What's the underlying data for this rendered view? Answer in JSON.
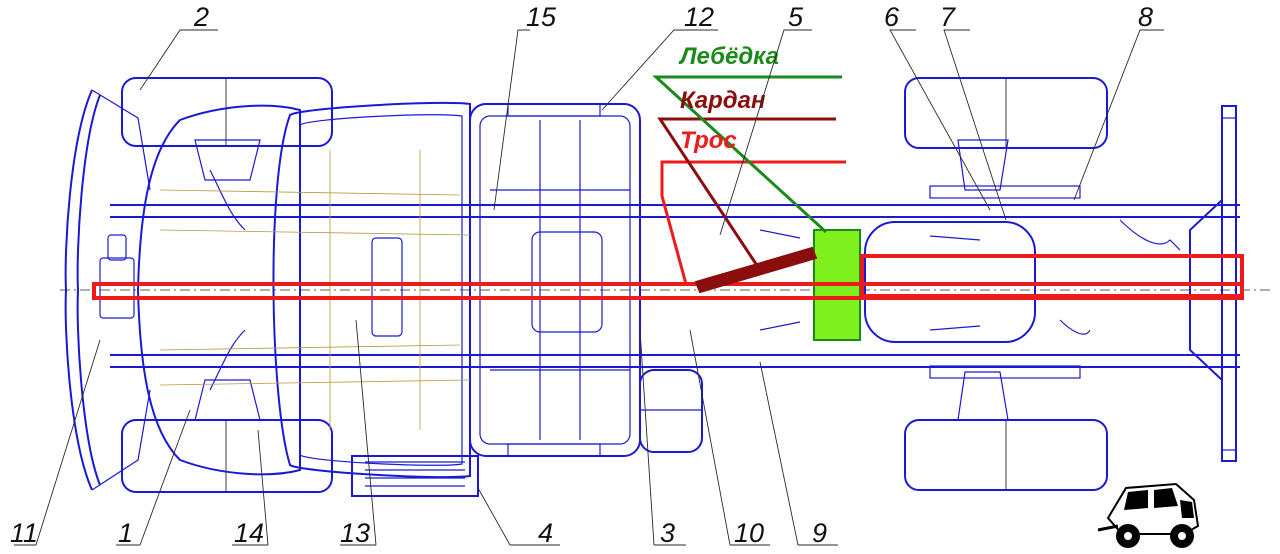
{
  "legend": [
    {
      "id": "winch",
      "label": "Лебёдка",
      "color": "#1a8a1a"
    },
    {
      "id": "cardan",
      "label": "Кардан",
      "color": "#8b0d0d"
    },
    {
      "id": "cable",
      "label": "Трос",
      "color": "#ee1b1b"
    }
  ],
  "callouts": [
    {
      "id": "1",
      "label": "1"
    },
    {
      "id": "2",
      "label": "2"
    },
    {
      "id": "3",
      "label": "3"
    },
    {
      "id": "4",
      "label": "4"
    },
    {
      "id": "5",
      "label": "5"
    },
    {
      "id": "6",
      "label": "6"
    },
    {
      "id": "7",
      "label": "7"
    },
    {
      "id": "8",
      "label": "8"
    },
    {
      "id": "9",
      "label": "9"
    },
    {
      "id": "10",
      "label": "10"
    },
    {
      "id": "11",
      "label": "11"
    },
    {
      "id": "12",
      "label": "12"
    },
    {
      "id": "13",
      "label": "13"
    },
    {
      "id": "14",
      "label": "14"
    },
    {
      "id": "15",
      "label": "15"
    }
  ],
  "colors": {
    "drawing": "#1a1ad6",
    "winch_fill": "#7ff01e",
    "winch_border": "#1a8a1a",
    "cardan": "#8b0d0d",
    "cable": "#ee1b1b"
  },
  "icons": [
    "truck-thumbnail-icon"
  ]
}
